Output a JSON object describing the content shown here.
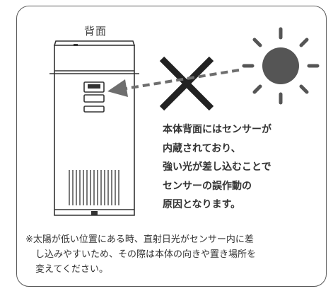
{
  "illustration": {
    "back_label": "背面",
    "device_icon": "air-purifier-back-view",
    "sun_icon": "sun-icon",
    "cross_icon": "x-mark-icon",
    "arrow_icon": "dashed-arrow-icon",
    "colors": {
      "border": "#5a5a5a",
      "device_stroke": "#333333",
      "cross": "#222222",
      "sun": "#555555",
      "arrow": "#6e6e6e",
      "text": "#333333"
    }
  },
  "sensor_warning": {
    "lines": [
      "本体背面にはセンサーが",
      "内蔵されており、",
      "強い光が差し込むことで",
      "センサーの誤作動の",
      "原因となります。"
    ]
  },
  "note": {
    "lines": [
      "※太陽が低い位置にある時、直射日光がセンサー内に差",
      "し込みやすいため、その際は本体の向きや置き場所を",
      "変えてください。"
    ]
  }
}
